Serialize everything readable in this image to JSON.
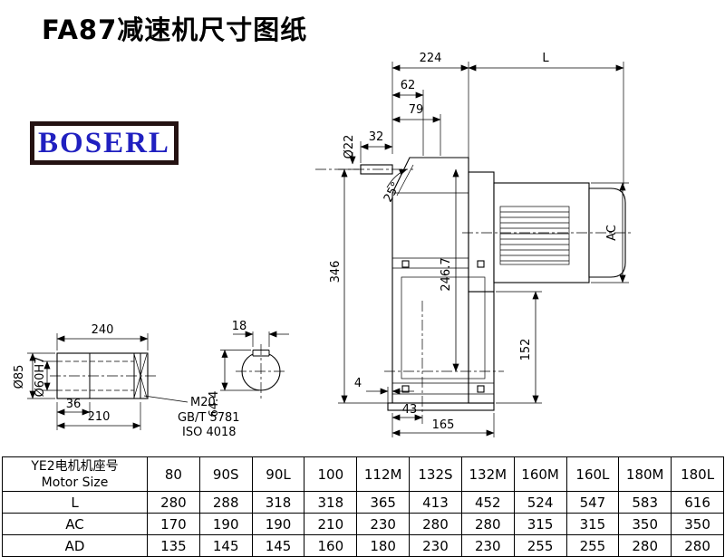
{
  "title": "FA87减速机尺寸图纸",
  "logo": {
    "text": "BOSERL"
  },
  "colors": {
    "logo_text": "#2020c0",
    "logo_frame": "#241212",
    "line": "#000000",
    "background": "#ffffff"
  },
  "drawing": {
    "main_view": {
      "d224": "224",
      "dL": "L",
      "d62": "62",
      "d79": "79",
      "d32": "32",
      "dia22": "Ø22",
      "ang25": "25°",
      "d346": "346",
      "d246_7": "246.7",
      "dAC": "AC",
      "d152": "152",
      "d4": "4",
      "d43": "43",
      "d165": "165"
    },
    "shaft_view": {
      "d240": "240",
      "dia85": "Ø85",
      "dia60h7": "Ø60H7",
      "d36": "36",
      "d210": "210",
      "m20": "M20",
      "gb": "GB/T 5781",
      "iso": "ISO 4018"
    },
    "bore_view": {
      "d18": "18",
      "d64_4": "64.4"
    }
  },
  "table": {
    "header_label_cn": "YE2电机机座号",
    "header_label_en": "Motor Size",
    "columns": [
      "80",
      "90S",
      "90L",
      "100",
      "112M",
      "132S",
      "132M",
      "160M",
      "160L",
      "180M",
      "180L"
    ],
    "rows": [
      {
        "label": "L",
        "values": [
          "280",
          "288",
          "318",
          "318",
          "365",
          "413",
          "452",
          "524",
          "547",
          "583",
          "616"
        ]
      },
      {
        "label": "AC",
        "values": [
          "170",
          "190",
          "190",
          "210",
          "230",
          "280",
          "280",
          "315",
          "315",
          "350",
          "350"
        ]
      },
      {
        "label": "AD",
        "values": [
          "135",
          "145",
          "145",
          "160",
          "180",
          "230",
          "230",
          "255",
          "255",
          "280",
          "280"
        ]
      }
    ]
  }
}
